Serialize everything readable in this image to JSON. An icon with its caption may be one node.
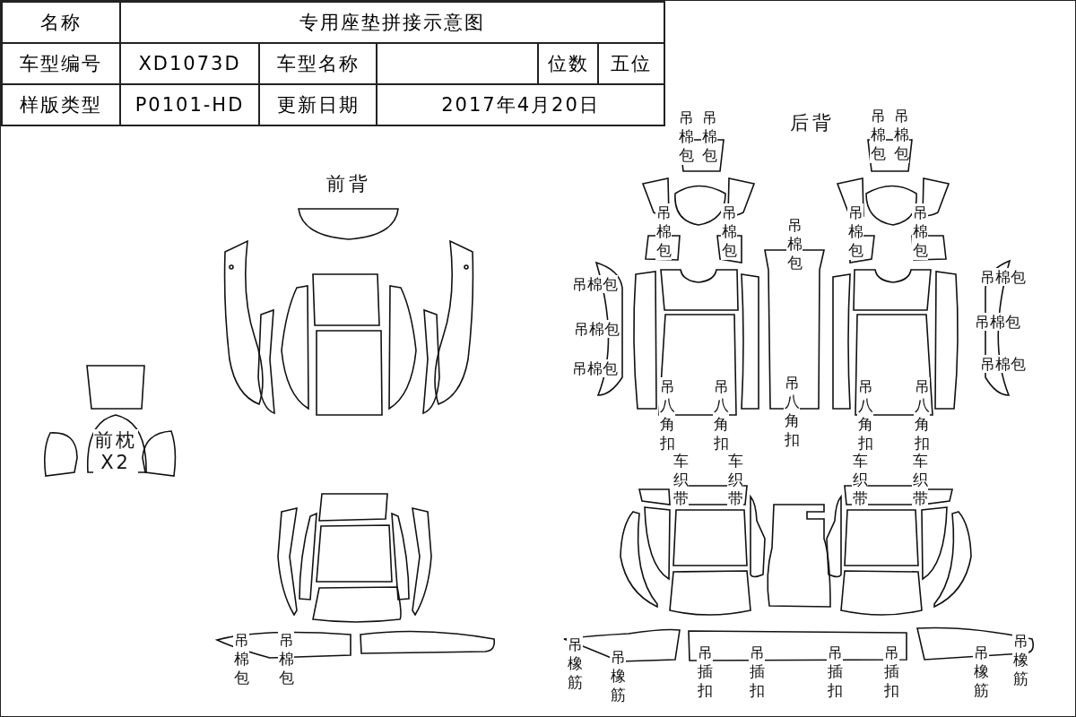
{
  "diagram": {
    "labels": [
      "名称",
      "专用座垫拼接示意图",
      "车型编号",
      "XD1073D",
      "车型名称",
      "位数",
      "五位",
      "样版类型",
      "P0101-HD",
      "更新日期",
      "2017年4月20日",
      "吊棉包",
      "吊棉包",
      "后背",
      "吊棉包",
      "吊棉包",
      "前背",
      "吊棉包",
      "吊棉包",
      "吊棉包",
      "吊棉包",
      "吊棉包",
      "吊棉包",
      "吊棉包",
      "吊棉包",
      "吊棉包",
      "吊棉包",
      "吊棉包",
      "吊八角扣",
      "吊八角扣",
      "吊八角扣",
      "吊八角扣",
      "吊八角扣",
      "前枕 X2",
      "车织带",
      "车织带",
      "车织带",
      "车织带",
      "吊棉包",
      "吊棉包",
      "吊橡筋",
      "吊橡筋",
      "吊插扣",
      "吊插扣",
      "吊插扣",
      "吊插扣",
      "吊橡筋",
      "吊橡筋"
    ]
  }
}
